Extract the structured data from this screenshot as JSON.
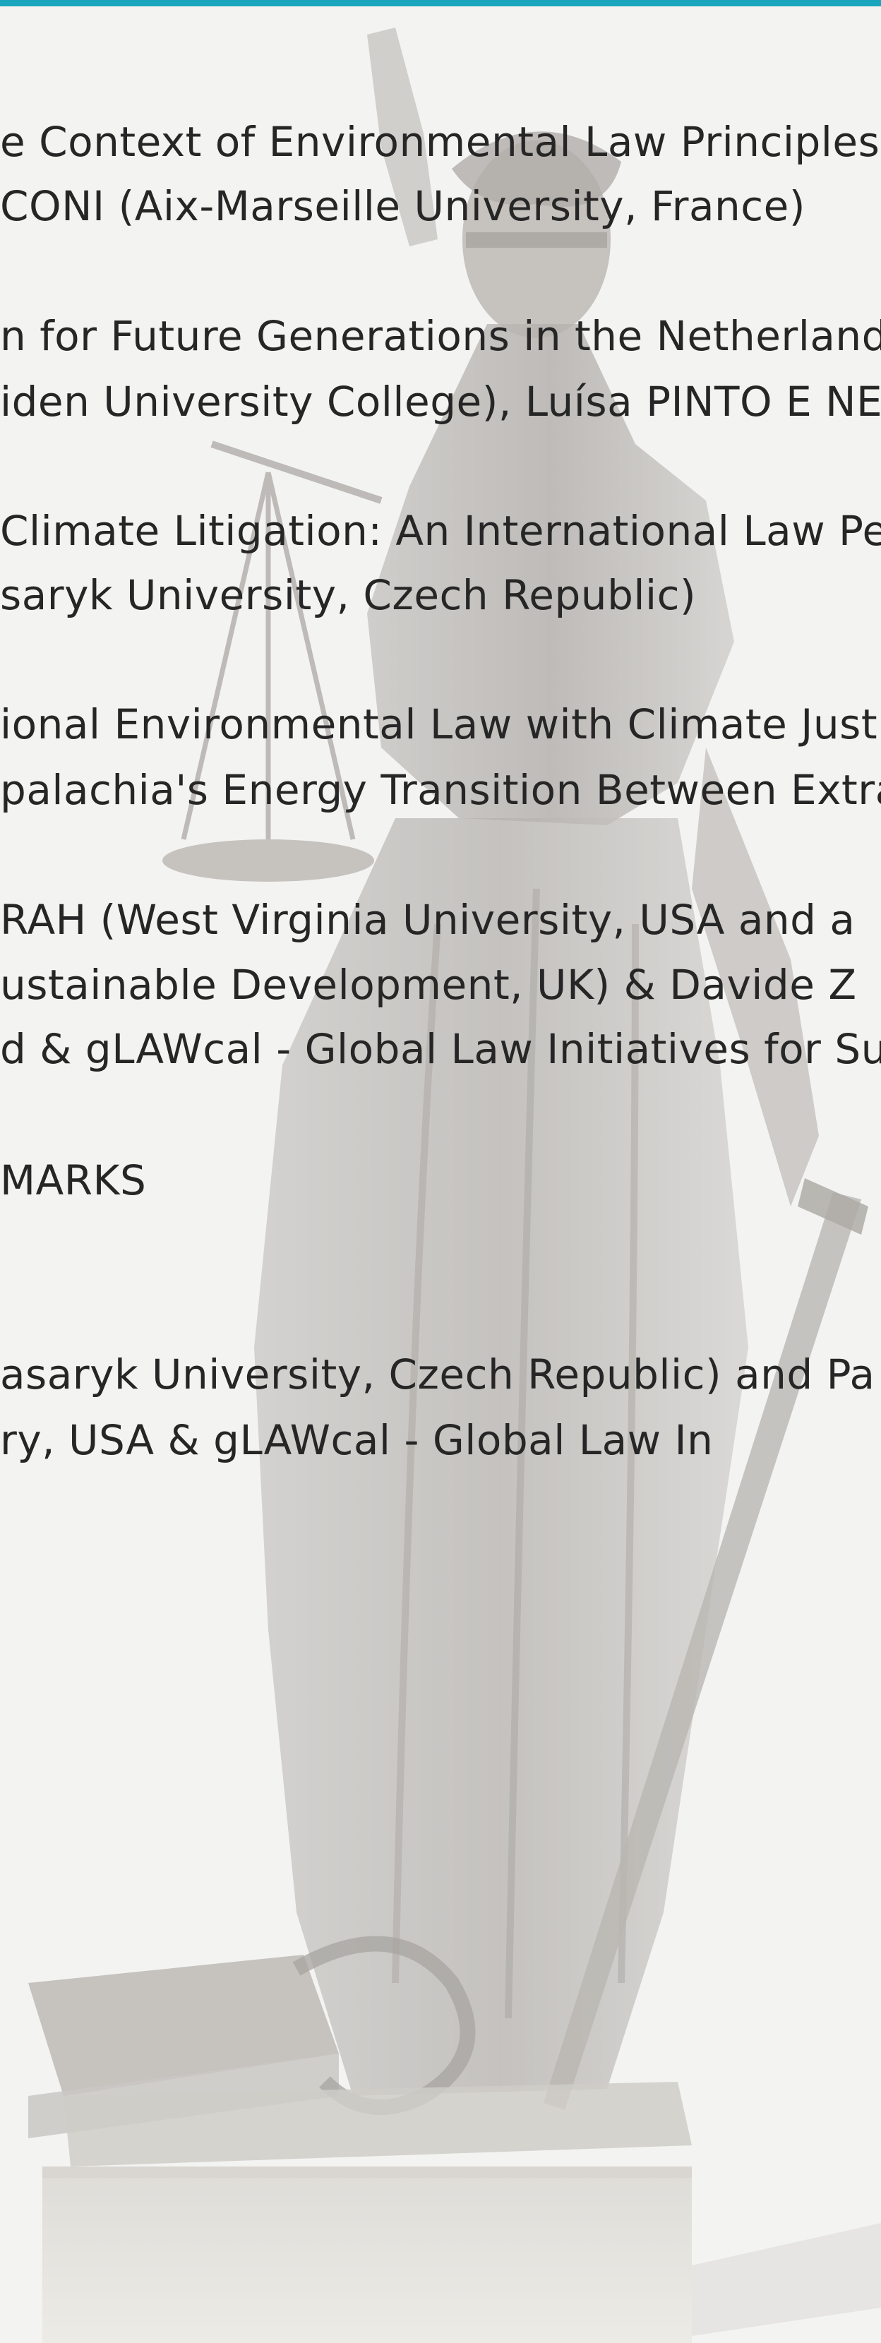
{
  "lines": [
    "e Context of Environmental Law Principles”",
    "CONI (Aix-Marseille University, France)",
    "n for Future Generations in the Netherlands”",
    "iden University College), Luísa PINTO E NETT",
    "Climate Litigation: An International Law Persp",
    "saryk University, Czech Republic)",
    "ional Environmental Law with Climate Justic",
    "palachia's Energy Transition Between Extra",
    "RAH (West Virginia University, USA and a",
    "ustainable Development, UK) & Davide Z",
    "d & gLAWcal - Global Law Initiatives for Sus",
    "MARKS",
    "asaryk University, Czech Republic) and Pa",
    "ry, USA & gLAWcal - Global Law In"
  ],
  "colors": {
    "accent_bar": "#1aa5bf",
    "background": "#f3f3f2",
    "text": "#262626"
  },
  "background_image": "lady-justice-statue"
}
